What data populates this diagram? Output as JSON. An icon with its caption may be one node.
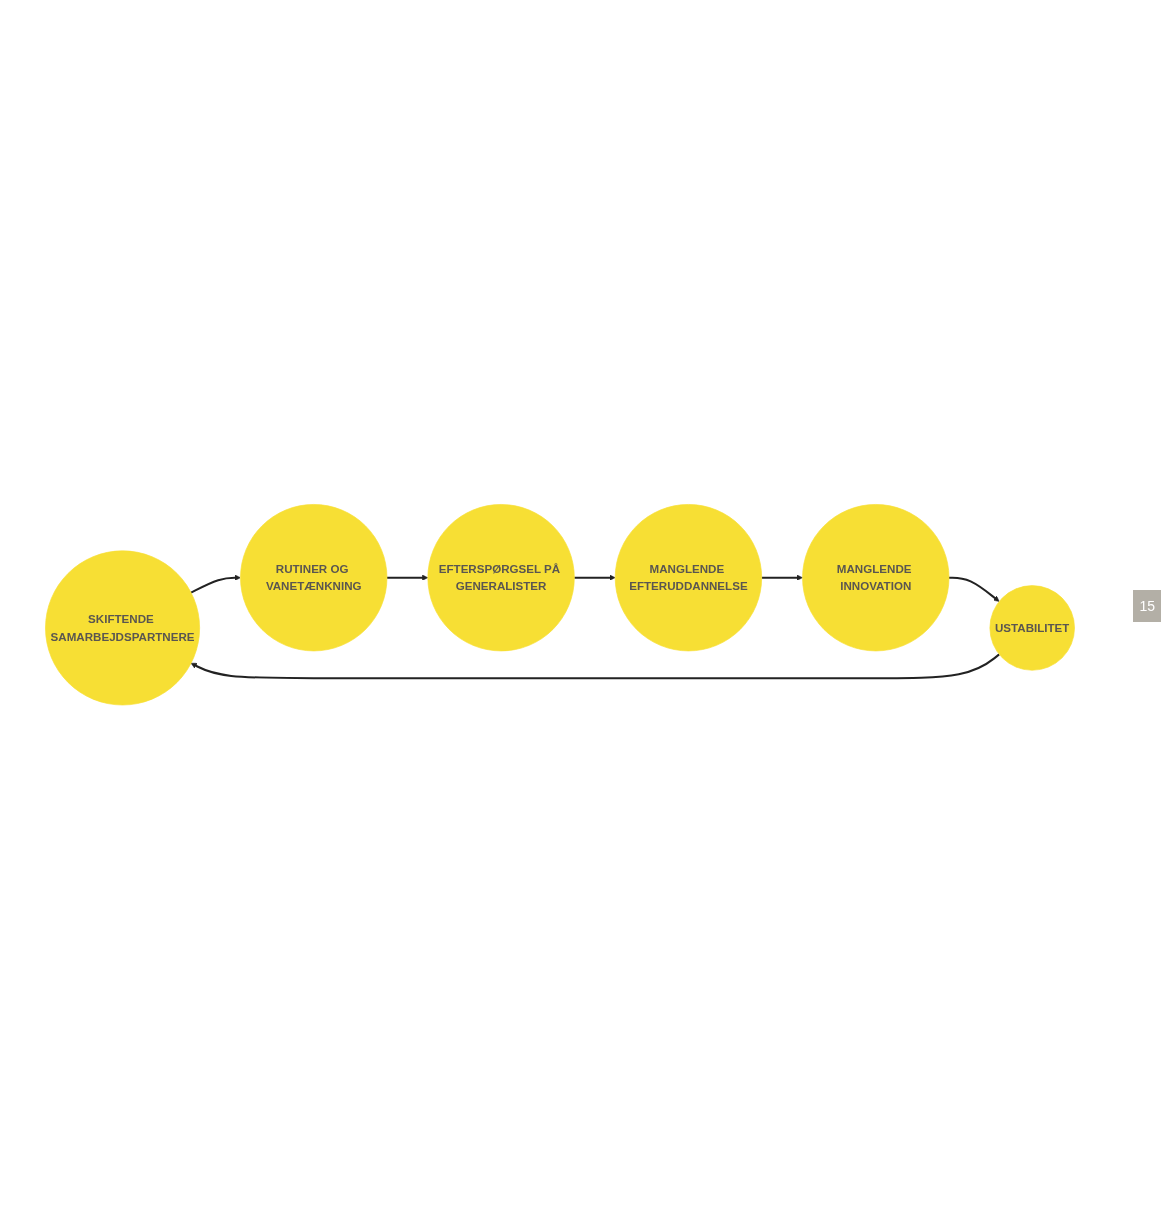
{
  "diagram": {
    "nodes": [
      {
        "text": [
          "SKIFTENDE SAMARBEJDSPARTNERE"
        ]
      },
      {
        "text": [
          "RUTINER OG VANETÆNKNING"
        ]
      },
      {
        "text": [
          "EFTERSPØRGSEL PÅ GENERALISTER"
        ]
      },
      {
        "text": [
          "MANGLENDE EFTERUDDANNELSE"
        ]
      },
      {
        "text": [
          "MANGLENDE INNOVATION"
        ]
      },
      {
        "text": [
          "USTABILITET"
        ]
      }
    ],
    "edges": [
      {
        "from": 0,
        "to": 1,
        "arrow": "to"
      },
      {
        "from": 1,
        "to": 2,
        "arrow": "to"
      },
      {
        "from": 2,
        "to": 3,
        "arrow": "to"
      },
      {
        "from": 3,
        "to": 4,
        "arrow": "to"
      },
      {
        "from": 4,
        "to": 5,
        "arrow": "to"
      },
      {
        "from": 5,
        "to": 0,
        "arrow": "to"
      }
    ],
    "labels": [
      "15"
    ]
  }
}
